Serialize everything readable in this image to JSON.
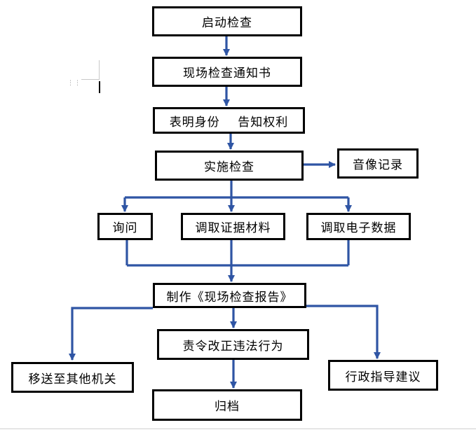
{
  "nodes": {
    "start_inspection": "启动检查",
    "notice": "现场检查通知书",
    "identify": "表明身份    告知权利",
    "conduct": "实施检查",
    "av_record": "音像记录",
    "inquiry": "询问",
    "collect_evidence": "调取证据材料",
    "collect_edata": "调取电子数据",
    "make_report": "制作《现场检查报告》",
    "order_correction": "责令改正违法行为",
    "transfer": "移送至其他机关",
    "admin_guidance": "行政指导建议",
    "archive": "归档"
  },
  "colors": {
    "connector": "#2f55a4",
    "border": "#000000"
  }
}
